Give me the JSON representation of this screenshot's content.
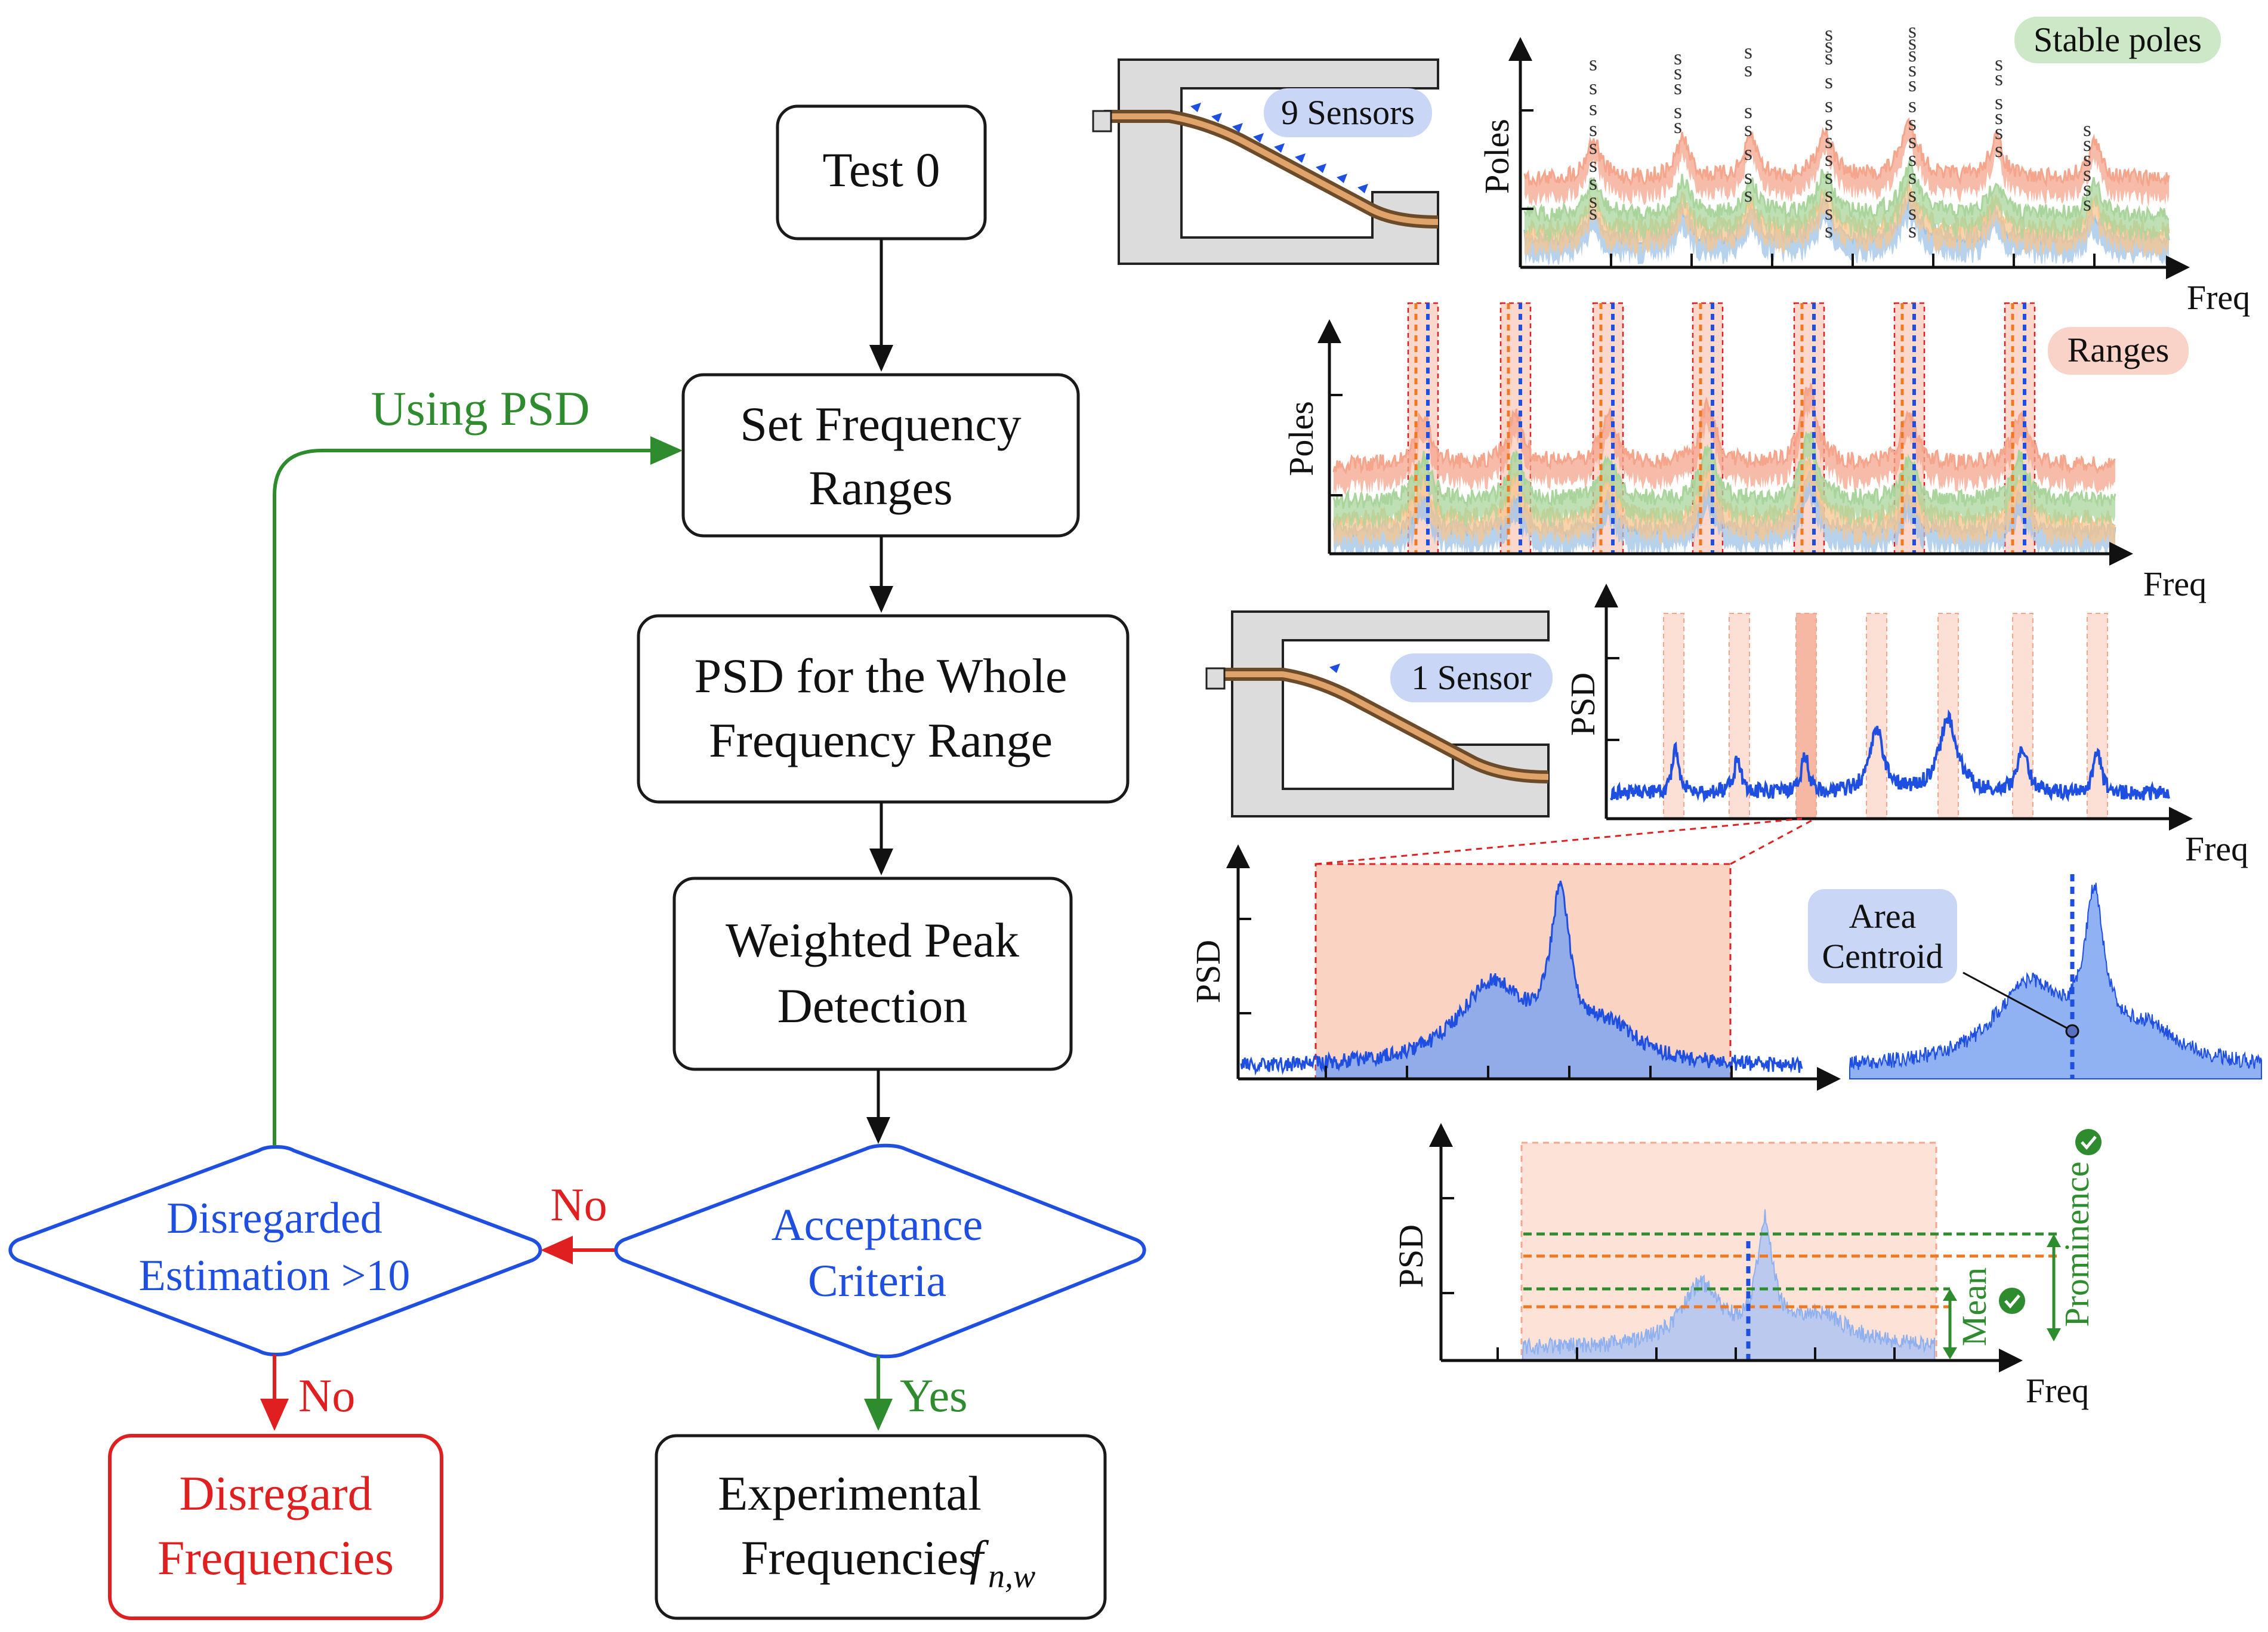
{
  "flow": {
    "test0": "Test 0",
    "set_ranges_l1": "Set Frequency",
    "set_ranges_l2": "Ranges",
    "psd_l1": "PSD for the Whole",
    "psd_l2": "Frequency Range",
    "peak_l1": "Weighted Peak",
    "peak_l2": "Detection",
    "accept_l1": "Acceptance",
    "accept_l2": "Criteria",
    "disreg_est_l1": "Disregarded",
    "disreg_est_l2": "Estimation >10",
    "disregard_l1": "Disregard",
    "disregard_l2": "Frequencies",
    "exp_l1": "Experimental",
    "exp_l2": "Frequencies",
    "exp_sym": "f",
    "exp_sub": "n,w",
    "using_psd": "Using PSD",
    "no_left": "No",
    "no_down": "No",
    "yes": "Yes"
  },
  "plots": {
    "sensors9": "9 Sensors",
    "stable_poles": "Stable poles",
    "ranges": "Ranges",
    "sensor1": "1 Sensor",
    "area_l1": "Area",
    "area_l2": "Centroid",
    "poles_ylabel_1": "Poles",
    "poles_ylabel_2": "Poles",
    "psd_ylabel_1": "PSD",
    "psd_ylabel_2": "PSD",
    "psd_ylabel_3": "PSD",
    "freq_1": "Freq",
    "freq_2": "Freq",
    "freq_3": "Freq",
    "freq_4": "Freq",
    "mean": "Mean",
    "prominence": "Prominence",
    "stable_marker": "s"
  },
  "colors": {
    "green": "#2e8b2e",
    "blue": "#1f4fe0",
    "red": "#e02020",
    "salmon": "#f4a58c",
    "orange": "#f07820"
  }
}
